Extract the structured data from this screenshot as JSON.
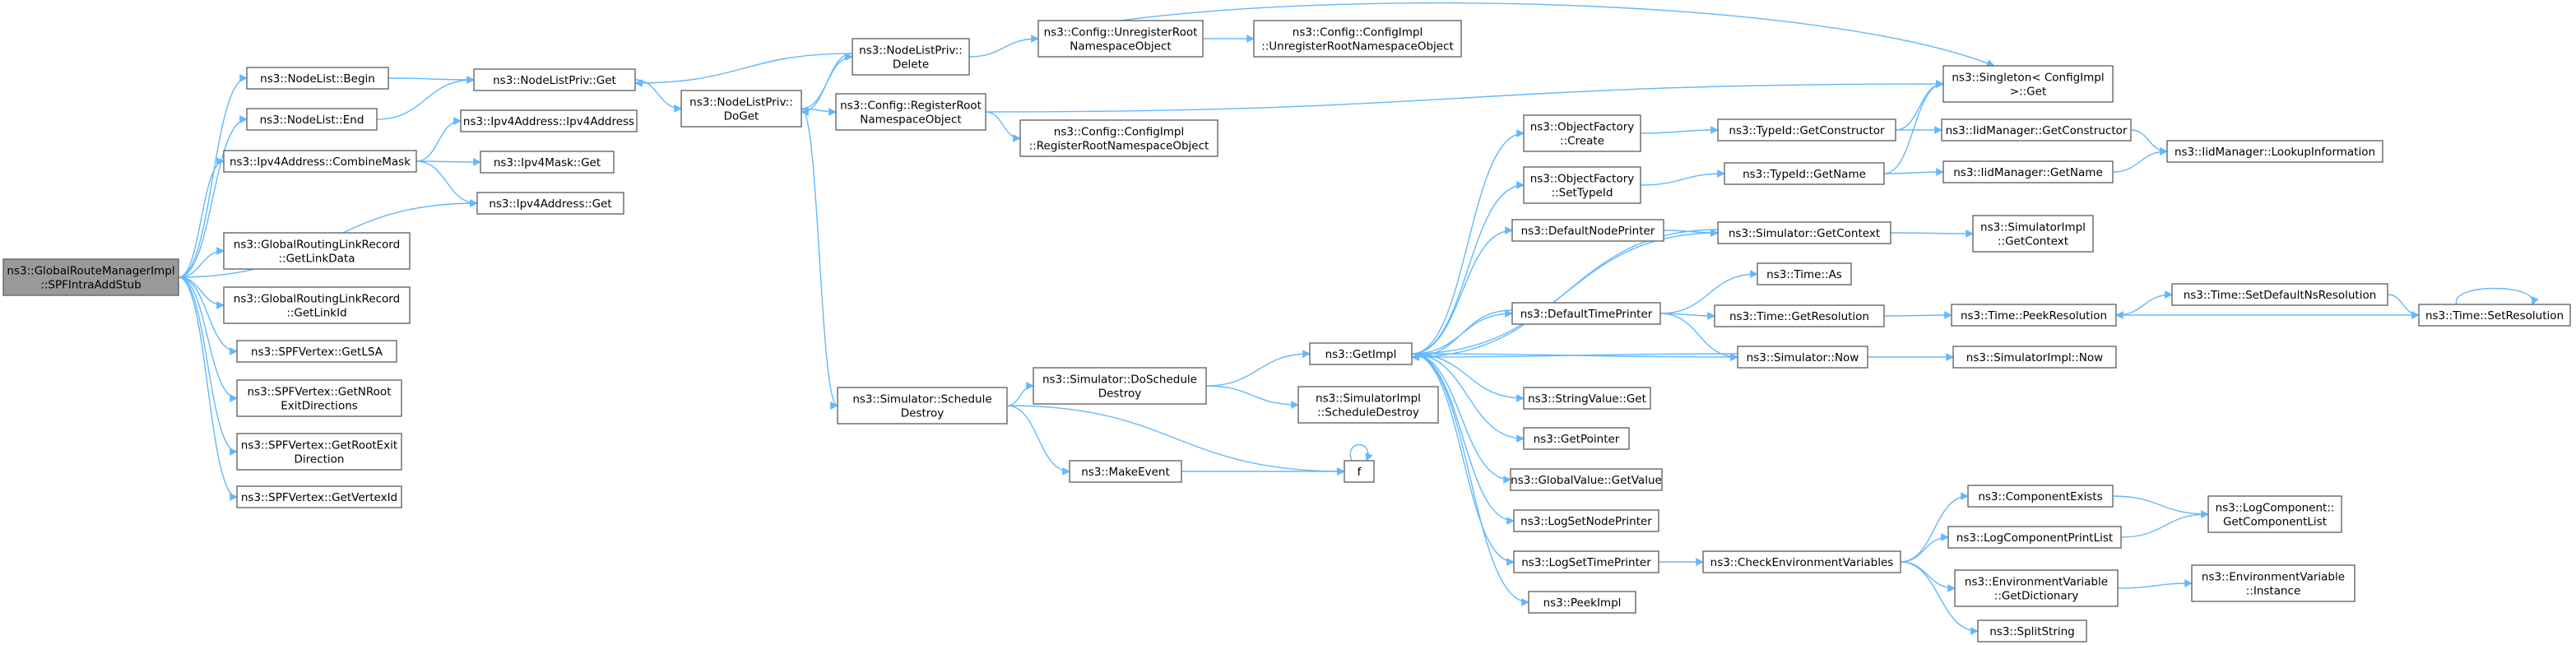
{
  "colors": {
    "edge": "#63b8ff",
    "node_border": "#666666",
    "root_fill": "#999999",
    "node_fill": "#ffffff"
  },
  "nodes": [
    {
      "id": "root",
      "lines": [
        "ns3::GlobalRouteManagerImpl",
        "::SPFIntraAddStub"
      ],
      "root": true
    },
    {
      "id": "nl_begin",
      "lines": [
        "ns3::NodeList::Begin"
      ]
    },
    {
      "id": "nl_end",
      "lines": [
        "ns3::NodeList::End"
      ]
    },
    {
      "id": "ipv4_combine",
      "lines": [
        "ns3::Ipv4Address::CombineMask"
      ]
    },
    {
      "id": "glr_data",
      "lines": [
        "ns3::GlobalRoutingLinkRecord",
        "::GetLinkData"
      ]
    },
    {
      "id": "glr_id",
      "lines": [
        "ns3::GlobalRoutingLinkRecord",
        "::GetLinkId"
      ]
    },
    {
      "id": "spf_lsa",
      "lines": [
        "ns3::SPFVertex::GetLSA"
      ]
    },
    {
      "id": "spf_nroot",
      "lines": [
        "ns3::SPFVertex::GetNRoot",
        "ExitDirections"
      ]
    },
    {
      "id": "spf_rootexit",
      "lines": [
        "ns3::SPFVertex::GetRootExit",
        "Direction"
      ]
    },
    {
      "id": "spf_vid",
      "lines": [
        "ns3::SPFVertex::GetVertexId"
      ]
    },
    {
      "id": "nlp_get",
      "lines": [
        "ns3::NodeListPriv::Get"
      ]
    },
    {
      "id": "ipv4_ctor",
      "lines": [
        "ns3::Ipv4Address::Ipv4Address"
      ]
    },
    {
      "id": "ipv4mask_get",
      "lines": [
        "ns3::Ipv4Mask::Get"
      ]
    },
    {
      "id": "ipv4_get",
      "lines": [
        "ns3::Ipv4Address::Get"
      ]
    },
    {
      "id": "nlp_doget",
      "lines": [
        "ns3::NodeListPriv::",
        "DoGet"
      ]
    },
    {
      "id": "nlp_delete",
      "lines": [
        "ns3::NodeListPriv::",
        "Delete"
      ]
    },
    {
      "id": "cfg_register",
      "lines": [
        "ns3::Config::RegisterRoot",
        "NamespaceObject"
      ]
    },
    {
      "id": "cfg_unregister",
      "lines": [
        "ns3::Config::UnregisterRoot",
        "NamespaceObject"
      ]
    },
    {
      "id": "cfgimpl_unreg",
      "lines": [
        "ns3::Config::ConfigImpl",
        "::UnregisterRootNamespaceObject"
      ]
    },
    {
      "id": "cfgimpl_reg",
      "lines": [
        "ns3::Config::ConfigImpl",
        "::RegisterRootNamespaceObject"
      ]
    },
    {
      "id": "singleton",
      "lines": [
        "ns3::Singleton< ConfigImpl",
        " >::Get"
      ]
    },
    {
      "id": "sim_sched",
      "lines": [
        "ns3::Simulator::Schedule",
        "Destroy"
      ]
    },
    {
      "id": "sim_dosched",
      "lines": [
        "ns3::Simulator::DoSchedule",
        "Destroy"
      ]
    },
    {
      "id": "make_event",
      "lines": [
        "ns3::MakeEvent"
      ]
    },
    {
      "id": "getimpl",
      "lines": [
        "ns3::GetImpl"
      ]
    },
    {
      "id": "simimpl_sched",
      "lines": [
        "ns3::SimulatorImpl",
        "::ScheduleDestroy"
      ]
    },
    {
      "id": "f",
      "lines": [
        "f"
      ]
    },
    {
      "id": "of_create",
      "lines": [
        "ns3::ObjectFactory",
        "::Create"
      ]
    },
    {
      "id": "of_settype",
      "lines": [
        "ns3::ObjectFactory",
        "::SetTypeId"
      ]
    },
    {
      "id": "def_node_printer",
      "lines": [
        "ns3::DefaultNodePrinter"
      ]
    },
    {
      "id": "def_time_printer",
      "lines": [
        "ns3::DefaultTimePrinter"
      ]
    },
    {
      "id": "strval_get",
      "lines": [
        "ns3::StringValue::Get"
      ]
    },
    {
      "id": "getpointer",
      "lines": [
        "ns3::GetPointer"
      ]
    },
    {
      "id": "gv_getvalue",
      "lines": [
        "ns3::GlobalValue::GetValue"
      ]
    },
    {
      "id": "log_node_printer",
      "lines": [
        "ns3::LogSetNodePrinter"
      ]
    },
    {
      "id": "log_time_printer",
      "lines": [
        "ns3::LogSetTimePrinter"
      ]
    },
    {
      "id": "peekimpl",
      "lines": [
        "ns3::PeekImpl"
      ]
    },
    {
      "id": "typeid_ctor",
      "lines": [
        "ns3::TypeId::GetConstructor"
      ]
    },
    {
      "id": "typeid_name",
      "lines": [
        "ns3::TypeId::GetName"
      ]
    },
    {
      "id": "sim_getctx",
      "lines": [
        "ns3::Simulator::GetContext"
      ]
    },
    {
      "id": "time_as",
      "lines": [
        "ns3::Time::As"
      ]
    },
    {
      "id": "time_getres",
      "lines": [
        "ns3::Time::GetResolution"
      ]
    },
    {
      "id": "sim_now",
      "lines": [
        "ns3::Simulator::Now"
      ]
    },
    {
      "id": "check_env",
      "lines": [
        "ns3::CheckEnvironmentVariables"
      ]
    },
    {
      "id": "iid_ctor",
      "lines": [
        "ns3::IidManager::GetConstructor"
      ]
    },
    {
      "id": "iid_name",
      "lines": [
        "ns3::IidManager::GetName"
      ]
    },
    {
      "id": "iid_lookup",
      "lines": [
        "ns3::IidManager::LookupInformation"
      ]
    },
    {
      "id": "simimpl_getctx",
      "lines": [
        "ns3::SimulatorImpl",
        "::GetContext"
      ]
    },
    {
      "id": "time_peekres",
      "lines": [
        "ns3::Time::PeekResolution"
      ]
    },
    {
      "id": "time_setdefault",
      "lines": [
        "ns3::Time::SetDefaultNsResolution"
      ]
    },
    {
      "id": "time_setres",
      "lines": [
        "ns3::Time::SetResolution"
      ]
    },
    {
      "id": "simimpl_now",
      "lines": [
        "ns3::SimulatorImpl::Now"
      ]
    },
    {
      "id": "comp_exists",
      "lines": [
        "ns3::ComponentExists"
      ]
    },
    {
      "id": "log_comp_print",
      "lines": [
        "ns3::LogComponentPrintList"
      ]
    },
    {
      "id": "env_getdict",
      "lines": [
        "ns3::EnvironmentVariable",
        "::GetDictionary"
      ]
    },
    {
      "id": "split_string",
      "lines": [
        "ns3::SplitString"
      ]
    },
    {
      "id": "logcomp_getlist",
      "lines": [
        "ns3::LogComponent::",
        "GetComponentList"
      ]
    },
    {
      "id": "env_instance",
      "lines": [
        "ns3::EnvironmentVariable",
        "::Instance"
      ]
    }
  ]
}
